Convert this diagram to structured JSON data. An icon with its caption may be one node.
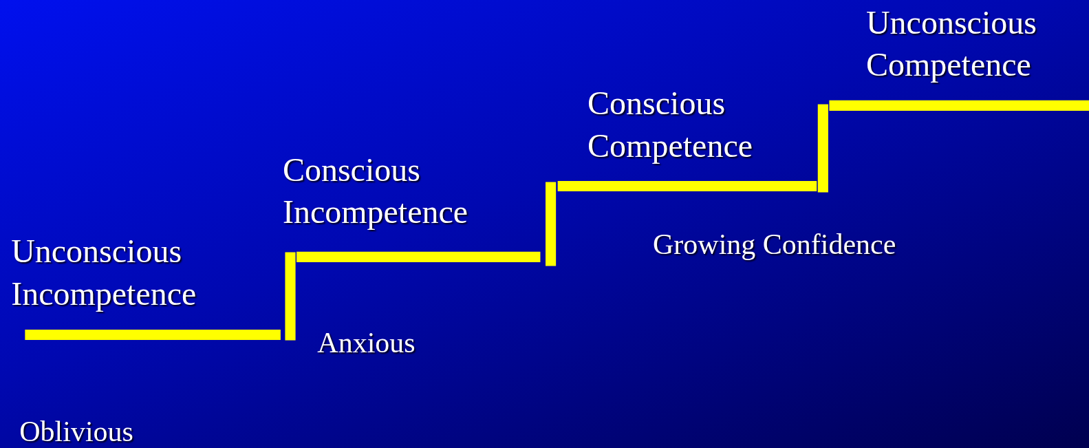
{
  "diagram": {
    "labels": [
      "Unconscious Competence",
      "Conscious Competence",
      "Conscious Incompetence",
      "Growing Confidence",
      "Unconscious Incompetence",
      "Anxious",
      "Oblivious"
    ]
  }
}
